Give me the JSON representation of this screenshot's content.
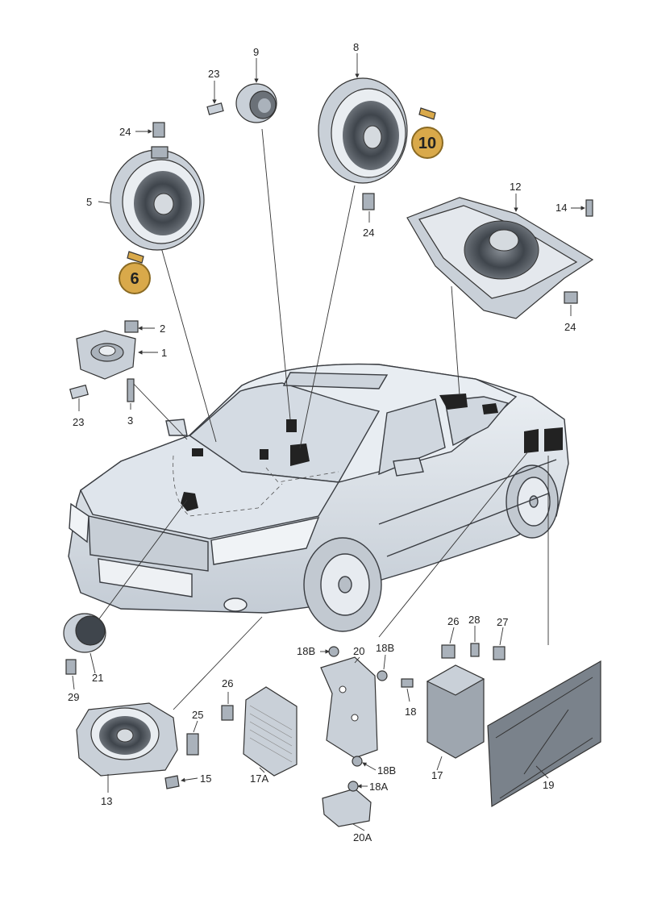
{
  "labels": {
    "l1": "1",
    "l2": "2",
    "l3": "3",
    "l5": "5",
    "l6": "6",
    "l8": "8",
    "l9": "9",
    "l10": "10",
    "l12": "12",
    "l13": "13",
    "l14": "14",
    "l15": "15",
    "l17": "17",
    "l17a": "17A",
    "l18": "18",
    "l18a": "18A",
    "l18b_1": "18B",
    "l18b_2": "18B",
    "l18b_3": "18B",
    "l19": "19",
    "l20": "20",
    "l20a": "20A",
    "l21": "21",
    "l23_1": "23",
    "l23_2": "23",
    "l24_1": "24",
    "l24_2": "24",
    "l24_3": "24",
    "l25": "25",
    "l26_1": "26",
    "l26_2": "26",
    "l27": "27",
    "l28": "28",
    "l29": "29"
  },
  "colors": {
    "badge_fill": "#d9a94a",
    "badge_stroke": "#8a6a23",
    "car_body": "#dde3ea",
    "part_fill": "#c9d0d8",
    "speaker_cone": "#3f454c"
  }
}
